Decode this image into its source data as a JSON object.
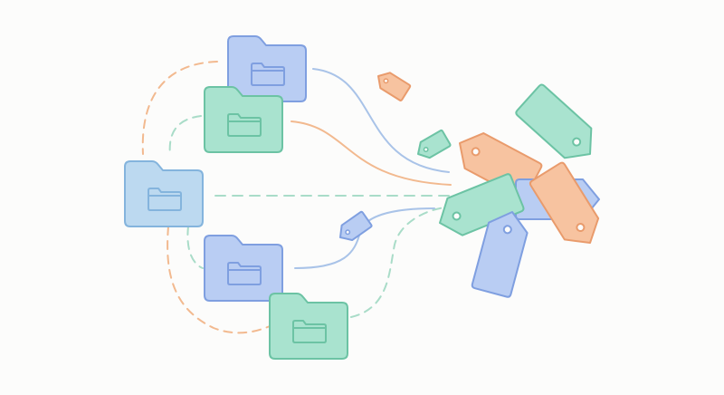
{
  "illustration": {
    "theme": "folders-to-tags",
    "colors": {
      "blue_fill": "#b9cdf3",
      "blue_stroke": "#7f9fe0",
      "lightblue_fill": "#bcd9f0",
      "lightblue_stroke": "#84b4dd",
      "mint_fill": "#a9e3cf",
      "mint_stroke": "#6cc3a4",
      "peach_fill": "#f7c3a0",
      "peach_stroke": "#e99b6c",
      "line_blue": "#a9c3e8",
      "line_peach": "#f2b98f",
      "line_mint": "#a9dcc8",
      "background": "#fcfcfb"
    },
    "folders": [
      {
        "name": "folder-blue-top",
        "color": "blue"
      },
      {
        "name": "folder-mint-top",
        "color": "mint"
      },
      {
        "name": "folder-lightblue-left",
        "color": "lightblue"
      },
      {
        "name": "folder-blue-bottom",
        "color": "blue"
      },
      {
        "name": "folder-mint-bottom",
        "color": "mint"
      }
    ],
    "small_tags": [
      {
        "name": "small-tag-peach",
        "color": "peach"
      },
      {
        "name": "small-tag-mint",
        "color": "mint"
      },
      {
        "name": "small-tag-blue",
        "color": "blue"
      }
    ],
    "tag_cluster": [
      {
        "name": "cluster-tag-peach-top",
        "color": "peach"
      },
      {
        "name": "cluster-tag-mint-top",
        "color": "mint"
      },
      {
        "name": "cluster-tag-blue-right",
        "color": "blue"
      },
      {
        "name": "cluster-tag-peach-bottom",
        "color": "peach"
      },
      {
        "name": "cluster-tag-mint-left",
        "color": "mint"
      },
      {
        "name": "cluster-tag-blue-bottom",
        "color": "blue"
      }
    ]
  }
}
